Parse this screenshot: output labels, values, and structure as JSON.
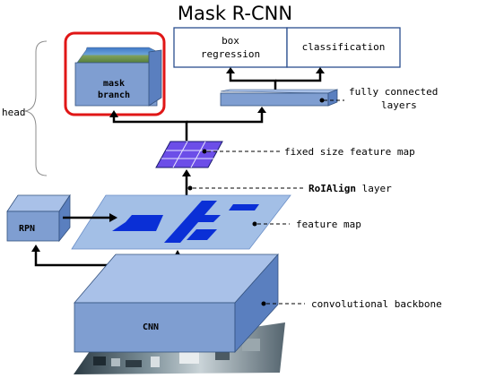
{
  "title": "Mask R-CNN",
  "head_label": "head",
  "rpn_label": "RPN",
  "cnn_label": "CNN",
  "mask_branch_label": [
    "mask",
    "branch"
  ],
  "box_regression_label": [
    "box",
    "regression"
  ],
  "classification_label": "classification",
  "fully_connected_label": [
    "fully connected",
    "layers"
  ],
  "fixed_size_label": "fixed size feature map",
  "roialign_label_bold": "RoIAlign",
  "roialign_label_rest": " layer",
  "feature_map_label": "feature map",
  "backbone_label": "convolutional backbone",
  "colors": {
    "box_front": "#7f9ed1",
    "box_side": "#5a7fbf",
    "box_top": "#a9c1e8",
    "outline": "#34527f",
    "feature_map": "#a3bfe6",
    "roi_blue": "#0a2fd6",
    "grid_purple": "#6c4ee8",
    "highlight_red": "#e01616",
    "head_panel_border": "#2b4f8f"
  }
}
